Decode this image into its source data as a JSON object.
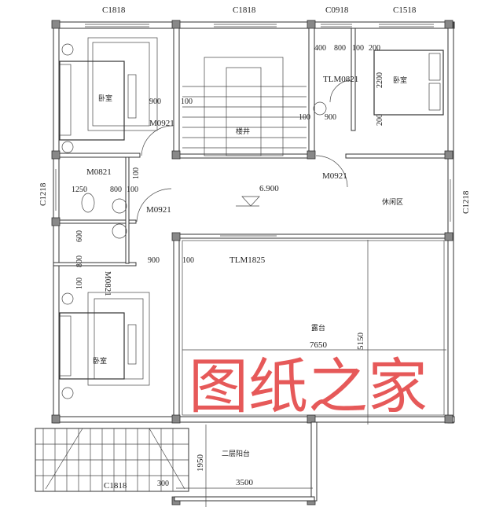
{
  "windows": {
    "top1": "C1818",
    "top2": "C1818",
    "top3": "C0918",
    "top4": "C1518",
    "left": "C1218",
    "right": "C1218",
    "bottom": "C1818"
  },
  "doors": {
    "d1": "M0921",
    "d2": "M0821",
    "d3": "M0921",
    "d4": "M0921",
    "d5": "TLM0821",
    "d6": "M0821",
    "d7": "TLM1825"
  },
  "rooms": {
    "bedroom1": "卧室",
    "bedroom2": "卧室",
    "bedroom3": "卧室",
    "stairwell": "楼井",
    "lounge": "休闲区",
    "terrace": "露台",
    "balcony": "二层阳台"
  },
  "elevation": "6.900",
  "dims": {
    "a": "900",
    "b": "100",
    "c": "1250",
    "d": "800",
    "e": "100",
    "f": "100",
    "g": "400",
    "h": "800",
    "i": "100",
    "j": "200",
    "k": "2200",
    "l": "200",
    "m": "100",
    "n": "900",
    "o": "600",
    "p": "800",
    "q": "100",
    "r": "900",
    "s": "100",
    "t": "7650",
    "u": "5150",
    "v": "1950",
    "w": "3500",
    "x": "300"
  },
  "watermark": "图纸之家"
}
